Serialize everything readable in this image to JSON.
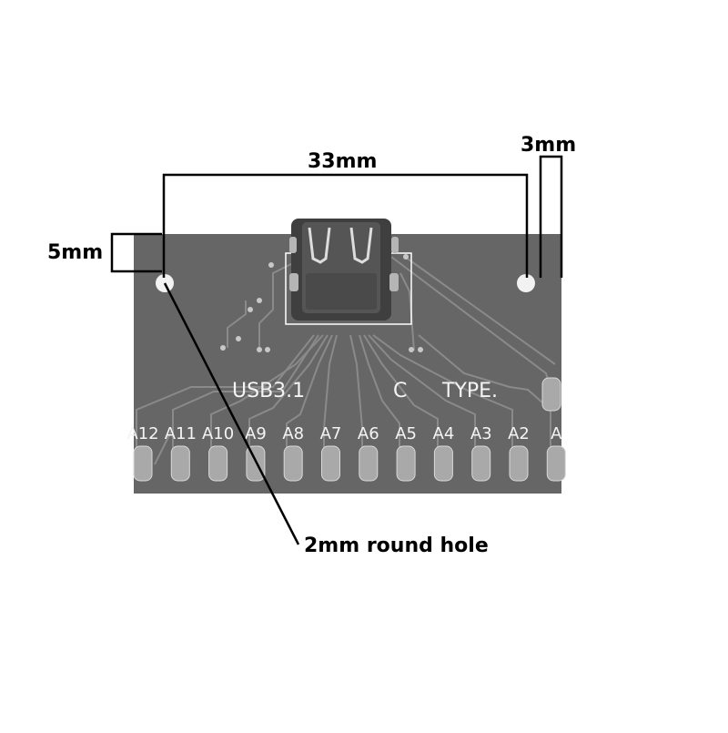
{
  "dimensions": {
    "width_label": "33mm",
    "edge_right_label": "3mm",
    "edge_top_label": "5mm",
    "hole_label": "2mm round hole"
  },
  "board": {
    "silkscreen_title": "USB3.1",
    "silkscreen_c": "C",
    "silkscreen_type": "TYPE.",
    "pin_labels": [
      "A12",
      "A11",
      "A10",
      "A9",
      "A8",
      "A7",
      "A6",
      "A5",
      "A4",
      "A3",
      "A2",
      "A"
    ],
    "colors": {
      "board": "#666666",
      "trace": "#8a8a8a",
      "pad": "#a9a9a9",
      "hole": "#f2f2f2",
      "connector": "#3f3f3f"
    }
  }
}
